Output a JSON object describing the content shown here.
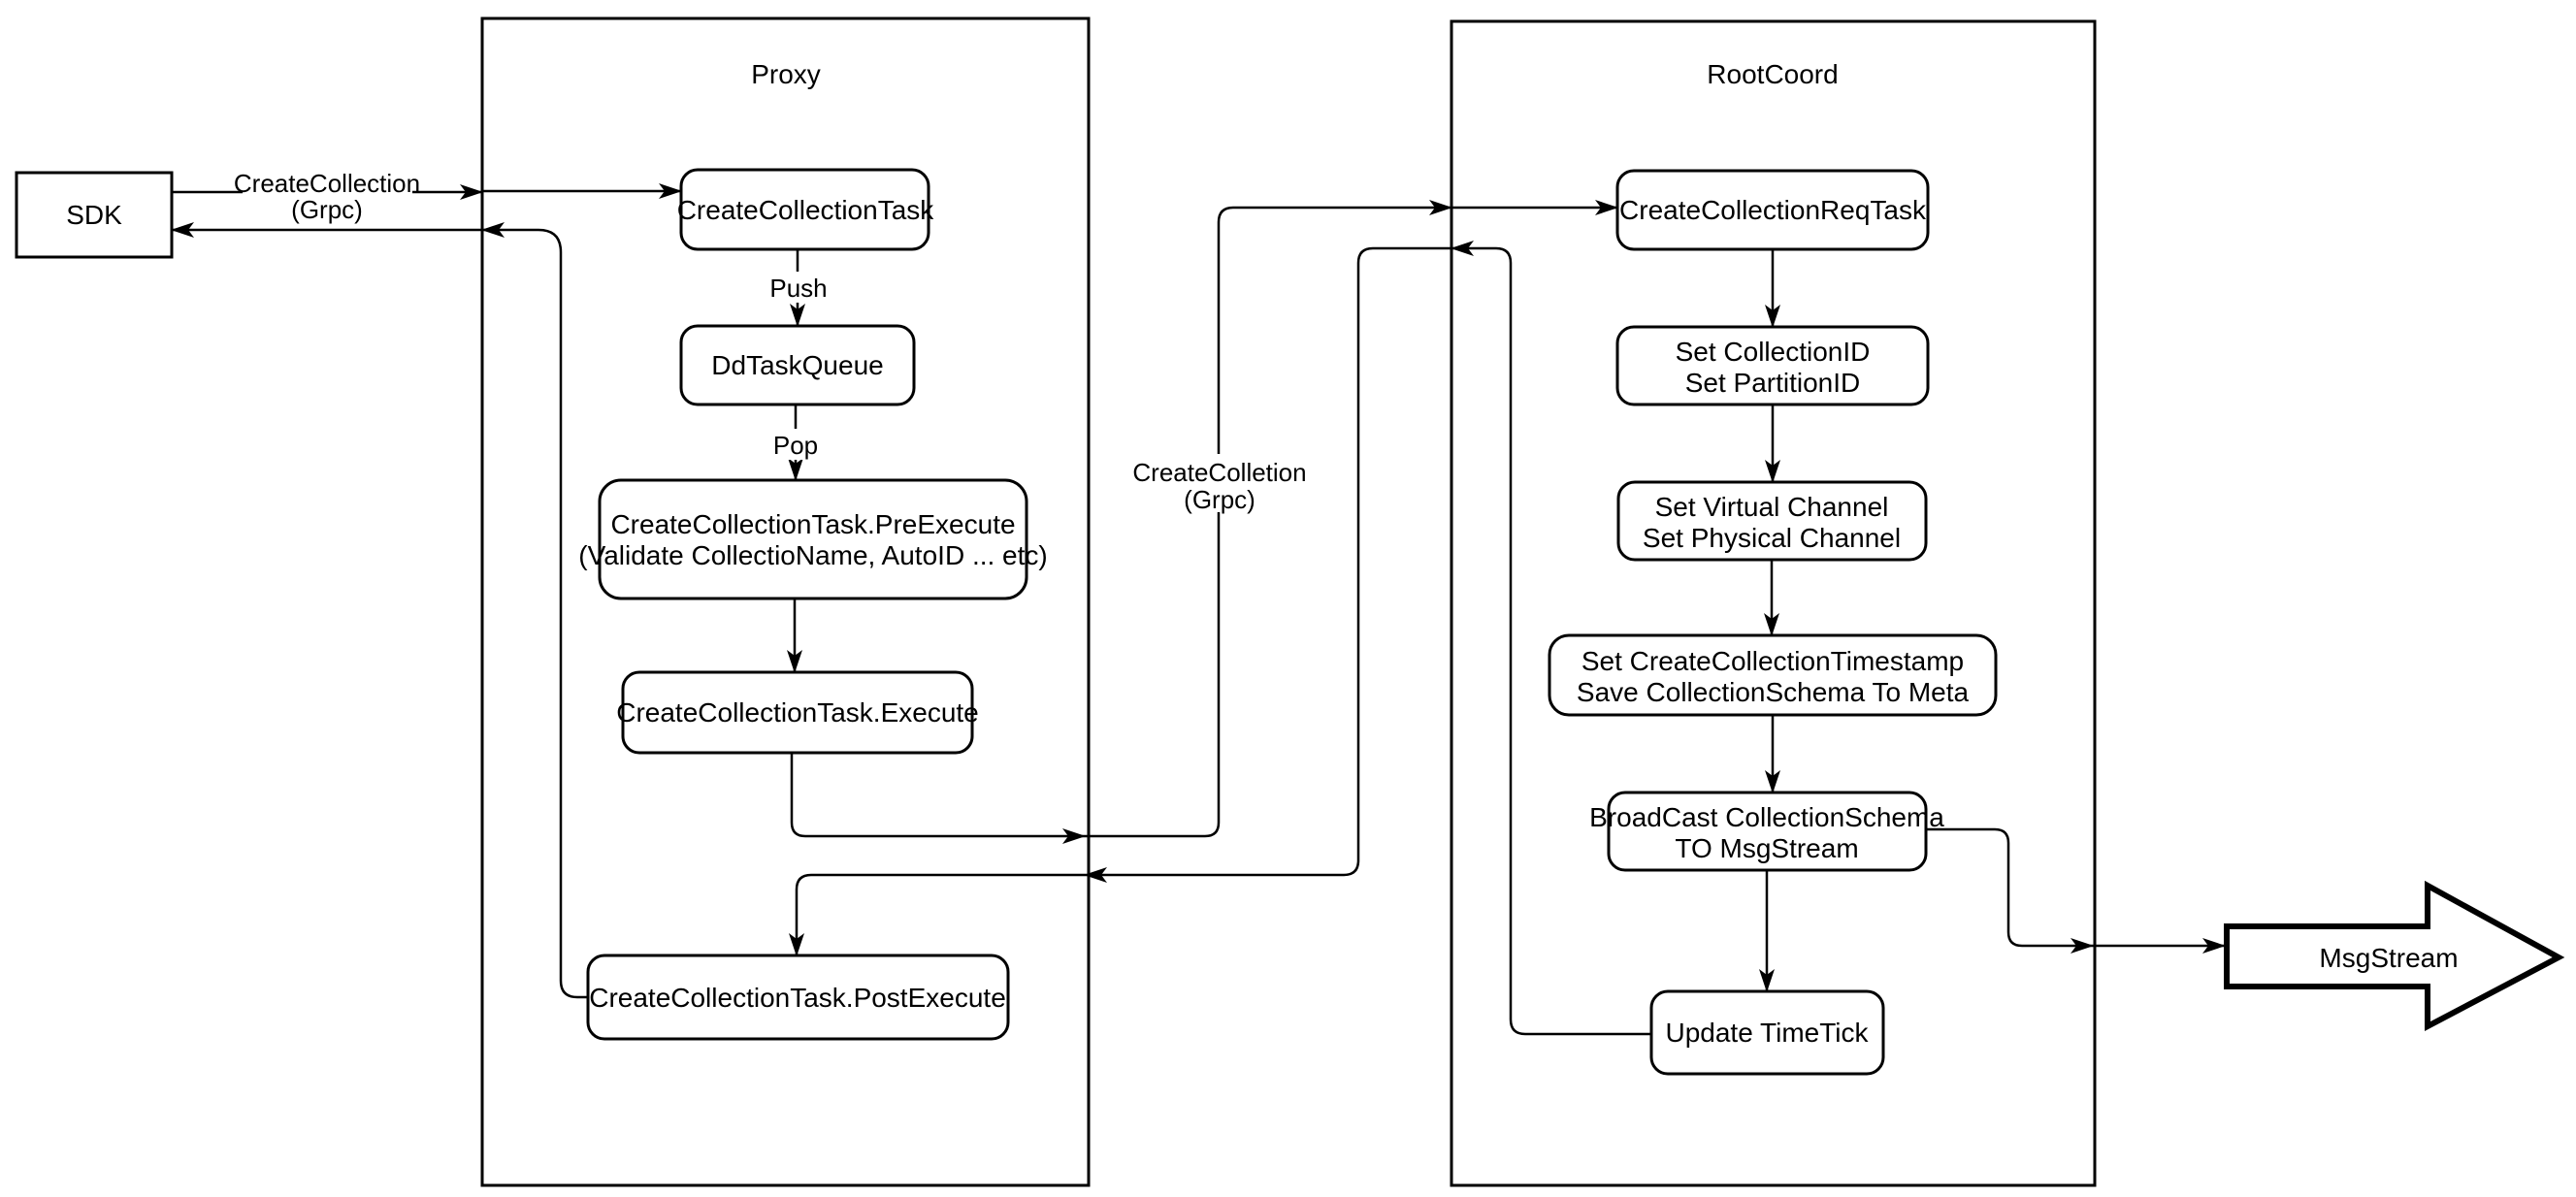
{
  "diagram": {
    "background_color": "#ffffff",
    "stroke_color": "#000000",
    "sdk": {
      "label": "SDK"
    },
    "containers": {
      "proxy": {
        "title": "Proxy"
      },
      "rootcoord": {
        "title": "RootCoord"
      }
    },
    "proxy_nodes": {
      "create_collection_task": {
        "label": "CreateCollectionTask"
      },
      "dd_task_queue": {
        "label": "DdTaskQueue"
      },
      "pre_execute": {
        "line1": "CreateCollectionTask.PreExecute",
        "line2": "(Validate CollectioName, AutoID ... etc)"
      },
      "execute": {
        "label": "CreateCollectionTask.Execute"
      },
      "post_execute": {
        "label": "CreateCollectionTask.PostExecute"
      }
    },
    "rootcoord_nodes": {
      "req_task": {
        "label": "CreateCollectionReqTask"
      },
      "set_ids": {
        "line1": "Set CollectionID",
        "line2": "Set PartitionID"
      },
      "set_channels": {
        "line1": "Set Virtual Channel",
        "line2": "Set Physical Channel"
      },
      "set_timestamp": {
        "line1": "Set CreateCollectionTimestamp",
        "line2": "Save CollectionSchema To Meta"
      },
      "broadcast": {
        "line1": "BroadCast CollectionSchema",
        "line2": "TO MsgStream"
      },
      "update_timetick": {
        "label": "Update TimeTick"
      }
    },
    "msgstream": {
      "label": "MsgStream"
    },
    "edge_labels": {
      "grpc_sdk_proxy": {
        "line1": "CreateCollection",
        "line2": "(Grpc)"
      },
      "grpc_proxy_rootcoord": {
        "line1": "CreateColletion",
        "line2": "(Grpc)"
      },
      "push": "Push",
      "pop": "Pop"
    }
  }
}
